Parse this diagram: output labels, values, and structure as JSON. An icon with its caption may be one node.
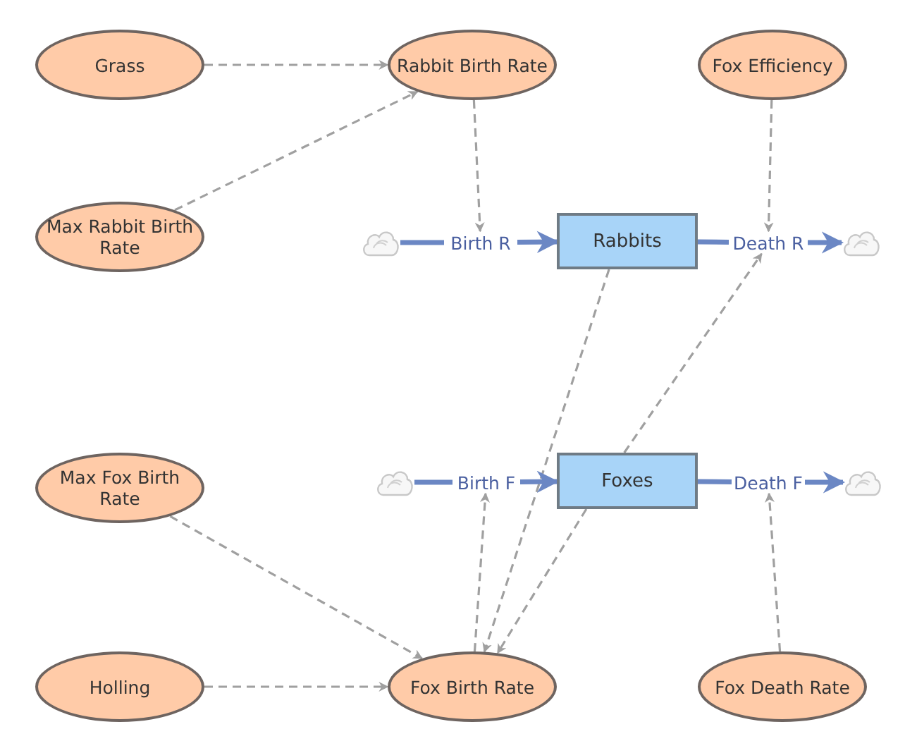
{
  "diagram": {
    "nodes": [
      {
        "text": [
          "Grass"
        ]
      },
      {
        "text": [
          "Rabbit Birth Rate"
        ]
      },
      {
        "text": [
          "Fox Efficiency"
        ]
      },
      {
        "text": [
          "Max Rabbit Birth Rate"
        ]
      },
      {
        "text": [],
        "shape": "cloud"
      },
      {
        "text": [
          "Birth R"
        ]
      },
      {
        "text": [
          "Rabbits"
        ]
      },
      {
        "text": [
          "Death R"
        ]
      },
      {
        "text": [],
        "shape": "cloud"
      },
      {
        "text": [
          "Max Fox Birth Rate"
        ]
      },
      {
        "text": [],
        "shape": "cloud"
      },
      {
        "text": [
          "Birth F"
        ]
      },
      {
        "text": [
          "Foxes"
        ]
      },
      {
        "text": [
          "Death F"
        ]
      },
      {
        "text": [],
        "shape": "cloud"
      },
      {
        "text": [
          "Holling"
        ]
      },
      {
        "text": [
          "Fox Birth Rate"
        ]
      },
      {
        "text": [
          "Fox Death Rate"
        ]
      }
    ],
    "edges": [
      {
        "from": 0,
        "to": 1,
        "arrow": "to",
        "style": "dashed"
      },
      {
        "from": 3,
        "to": 1,
        "arrow": "to",
        "style": "dashed"
      },
      {
        "from": 1,
        "to": 5,
        "arrow": "to",
        "style": "dashed"
      },
      {
        "from": 2,
        "to": 7,
        "arrow": "to",
        "style": "dashed"
      },
      {
        "from": 6,
        "to": 16,
        "arrow": "to",
        "style": "dashed"
      },
      {
        "from": 12,
        "to": 7,
        "arrow": "to",
        "style": "dashed"
      },
      {
        "from": 12,
        "to": 16,
        "arrow": "to",
        "style": "dashed"
      },
      {
        "from": 9,
        "to": 16,
        "arrow": "to",
        "style": "dashed"
      },
      {
        "from": 15,
        "to": 16,
        "arrow": "to",
        "style": "dashed"
      },
      {
        "from": 16,
        "to": 11,
        "arrow": "to",
        "style": "dashed"
      },
      {
        "from": 17,
        "to": 13,
        "arrow": "to",
        "style": "dashed"
      },
      {
        "from": 4,
        "to": 5,
        "arrow": "none",
        "style": "thick",
        "color": "#6b87c4"
      },
      {
        "from": 5,
        "to": 6,
        "arrow": "to",
        "style": "thick",
        "color": "#6b87c4"
      },
      {
        "from": 6,
        "to": 7,
        "arrow": "none",
        "style": "thick",
        "color": "#6b87c4"
      },
      {
        "from": 7,
        "to": 8,
        "arrow": "to",
        "style": "thick",
        "color": "#6b87c4"
      },
      {
        "from": 10,
        "to": 11,
        "arrow": "none",
        "style": "thick",
        "color": "#6b87c4"
      },
      {
        "from": 11,
        "to": 12,
        "arrow": "to",
        "style": "thick",
        "color": "#6b87c4"
      },
      {
        "from": 12,
        "to": 13,
        "arrow": "none",
        "style": "thick",
        "color": "#6b87c4"
      },
      {
        "from": 13,
        "to": 14,
        "arrow": "to",
        "style": "thick",
        "color": "#6b87c4"
      }
    ]
  }
}
